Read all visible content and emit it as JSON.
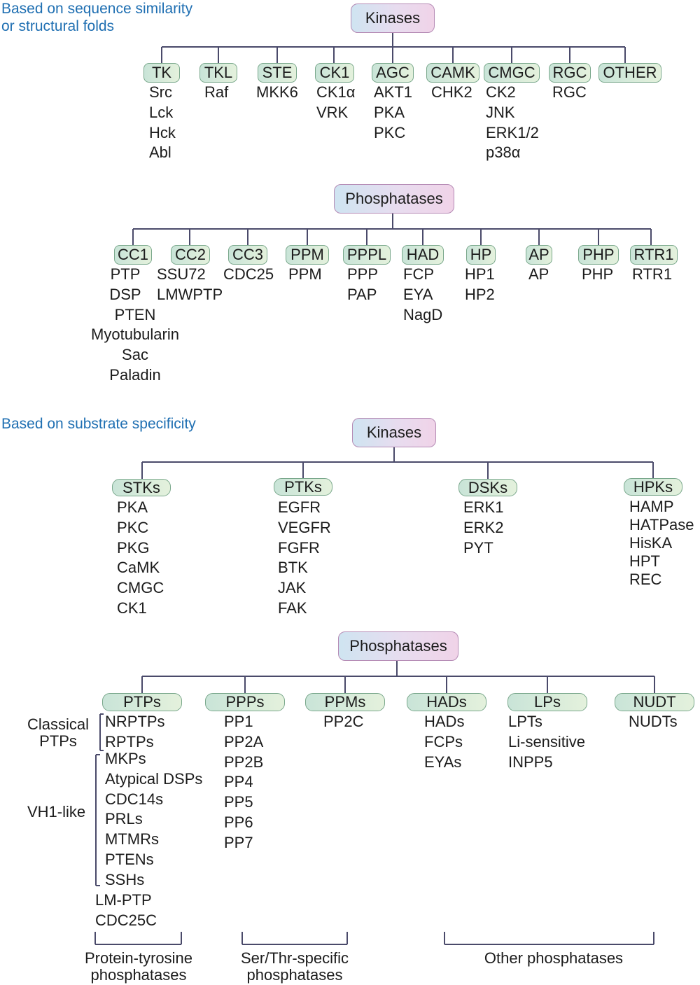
{
  "sections": {
    "structural_label": "Based on sequence similarity\nor structural folds",
    "substrate_label": "Based on substrate specificity"
  },
  "tree1_kinases": {
    "root": "Kinases",
    "families": [
      {
        "name": "TK",
        "members": [
          "Src",
          "Lck",
          "Hck",
          "Abl"
        ]
      },
      {
        "name": "TKL",
        "members": [
          "Raf"
        ]
      },
      {
        "name": "STE",
        "members": [
          "MKK6"
        ]
      },
      {
        "name": "CK1",
        "members": [
          "CK1α",
          "VRK"
        ]
      },
      {
        "name": "AGC",
        "members": [
          "AKT1",
          "PKA",
          "PKC"
        ]
      },
      {
        "name": "CAMK",
        "members": [
          "CHK2"
        ]
      },
      {
        "name": "CMGC",
        "members": [
          "CK2",
          "JNK",
          "ERK1/2",
          "p38α"
        ]
      },
      {
        "name": "RGC",
        "members": [
          "RGC"
        ]
      },
      {
        "name": "OTHER",
        "members": []
      }
    ]
  },
  "tree1_phosphatases": {
    "root": "Phosphatases",
    "families": [
      {
        "name": "CC1",
        "members": [
          "PTP",
          "DSP",
          "PTEN",
          "Myotubularin",
          "Sac",
          "Paladin"
        ]
      },
      {
        "name": "CC2",
        "members": [
          "SSU72",
          "LMWPTP"
        ]
      },
      {
        "name": "CC3",
        "members": [
          "CDC25"
        ]
      },
      {
        "name": "PPM",
        "members": [
          "PPM"
        ]
      },
      {
        "name": "PPPL",
        "members": [
          "PPP",
          "PAP"
        ]
      },
      {
        "name": "HAD",
        "members": [
          "FCP",
          "EYA",
          "NagD"
        ]
      },
      {
        "name": "HP",
        "members": [
          "HP1",
          "HP2"
        ]
      },
      {
        "name": "AP",
        "members": [
          "AP"
        ]
      },
      {
        "name": "PHP",
        "members": [
          "PHP"
        ]
      },
      {
        "name": "RTR1",
        "members": [
          "RTR1"
        ]
      }
    ]
  },
  "tree2_kinases": {
    "root": "Kinases",
    "families": [
      {
        "name": "STKs",
        "members": [
          "PKA",
          "PKC",
          "PKG",
          "CaMK",
          "CMGC",
          "CK1"
        ]
      },
      {
        "name": "PTKs",
        "members": [
          "EGFR",
          "VEGFR",
          "FGFR",
          "BTK",
          "JAK",
          "FAK"
        ]
      },
      {
        "name": "DSKs",
        "members": [
          "ERK1",
          "ERK2",
          "PYT"
        ]
      },
      {
        "name": "HPKs",
        "members": [
          "HAMP",
          "HATPase",
          "HisKA",
          "HPT",
          "REC"
        ]
      }
    ]
  },
  "tree2_phosphatases": {
    "root": "Phosphatases",
    "families": [
      {
        "name": "PTPs",
        "members": [
          "NRPTPs",
          "RPTPs",
          "MKPs",
          "Atypical DSPs",
          "CDC14s",
          "PRLs",
          "MTMRs",
          "PTENs",
          "SSHs",
          "LM-PTP",
          "CDC25C"
        ]
      },
      {
        "name": "PPPs",
        "members": [
          "PP1",
          "PP2A",
          "PP2B",
          "PP4",
          "PP5",
          "PP6",
          "PP7"
        ]
      },
      {
        "name": "PPMs",
        "members": [
          "PP2C"
        ]
      },
      {
        "name": "HADs",
        "members": [
          "HADs",
          "FCPs",
          "EYAs"
        ]
      },
      {
        "name": "LPs",
        "members": [
          "LPTs",
          "Li-sensitive",
          "INPP5"
        ]
      },
      {
        "name": "NUDT",
        "members": [
          "NUDTs"
        ]
      }
    ],
    "subgroups": [
      "Classical\nPTPs",
      "VH1-like"
    ],
    "groups": [
      "Protein-tyrosine\nphosphatases",
      "Ser/Thr-specific\nphosphatases",
      "Other phosphatases"
    ]
  }
}
